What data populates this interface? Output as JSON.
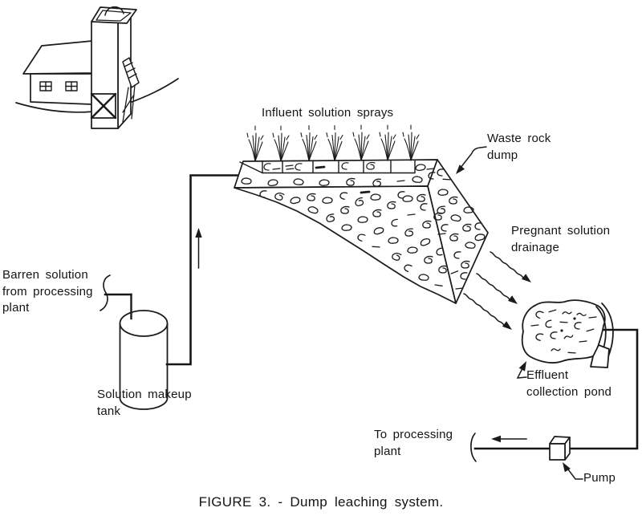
{
  "figure": {
    "caption": "FIGURE 3. - Dump leaching system."
  },
  "labels": {
    "influent_sprays": "Influent solution sprays",
    "waste_rock_dump": "Waste rock\ndump",
    "pregnant_drainage": "Pregnant solution\ndrainage",
    "barren_solution": "Barren solution\nfrom processing\nplant",
    "solution_makeup_tank": "Solution makeup\ntank",
    "effluent_pond": "Effluent\ncollection pond",
    "to_processing": "To processing\nplant",
    "pump": "Pump"
  },
  "colors": {
    "ink": "#1b1b1b",
    "paper": "#ffffff"
  }
}
